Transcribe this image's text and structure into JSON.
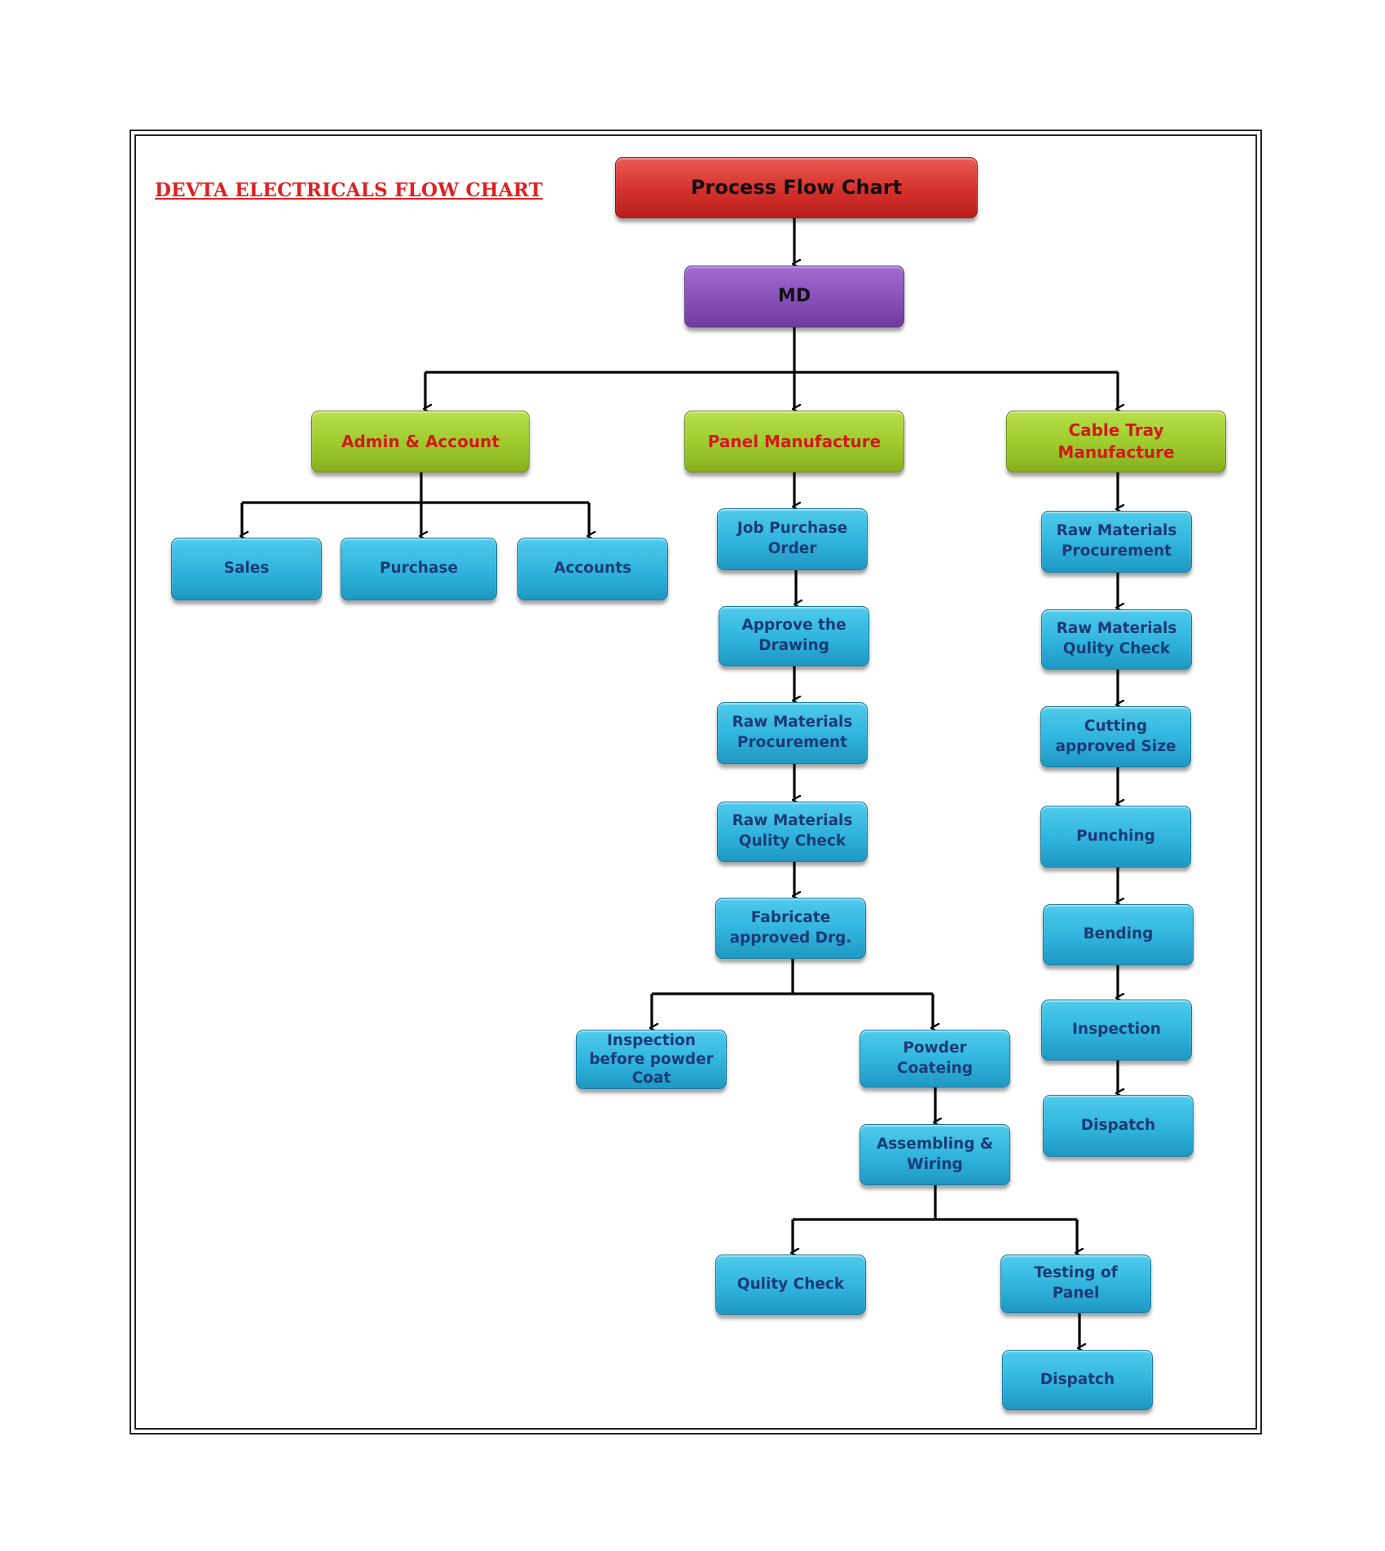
{
  "document": {
    "title": "DEVTA ELECTRICALS FLOW CHART"
  },
  "chart": {
    "root": "Process Flow Chart",
    "md": "MD",
    "departments": {
      "admin": "Admin & Account",
      "panel": "Panel Manufacture",
      "cable": [
        "Cable Tray",
        "Manufacture"
      ]
    },
    "admin_children": {
      "sales": "Sales",
      "purchase": "Purchase",
      "accounts": "Accounts"
    },
    "panel_steps": {
      "job_purchase_order": [
        "Job Purchase",
        "Order"
      ],
      "approve_drawing": [
        "Approve the",
        "Drawing"
      ],
      "raw_procurement": [
        "Raw Materials",
        "Procurement"
      ],
      "raw_quality_check": [
        "Raw Materials",
        "Qulity Check"
      ],
      "fabricate": [
        "Fabricate",
        "approved Drg."
      ],
      "inspection_before_powder": [
        "Inspection",
        "before  powder",
        "Coat"
      ],
      "powder_coating": [
        "Powder",
        "Coateing"
      ],
      "assembling_wiring": [
        "Assembling &",
        "Wiring"
      ],
      "quality_check": "Qulity Check",
      "testing_panel": [
        "Testing of",
        "Panel"
      ],
      "dispatch": "Dispatch"
    },
    "cable_steps": {
      "raw_procurement": [
        "Raw Materials",
        "Procurement"
      ],
      "raw_quality_check": [
        "Raw Materials",
        "Qulity Check"
      ],
      "cutting": [
        "Cutting",
        "approved Size"
      ],
      "punching": "Punching",
      "bending": "Bending",
      "inspection": "Inspection",
      "dispatch": "Dispatch"
    }
  },
  "colors": {
    "title_red": "#e02020",
    "root_red": "#d4302b",
    "md_purple": "#8650b8",
    "department_green": "#9dca2c",
    "department_text": "#d11a1a",
    "step_blue": "#2fb3dc",
    "step_text": "#1b3a78",
    "connector": "#000000"
  }
}
